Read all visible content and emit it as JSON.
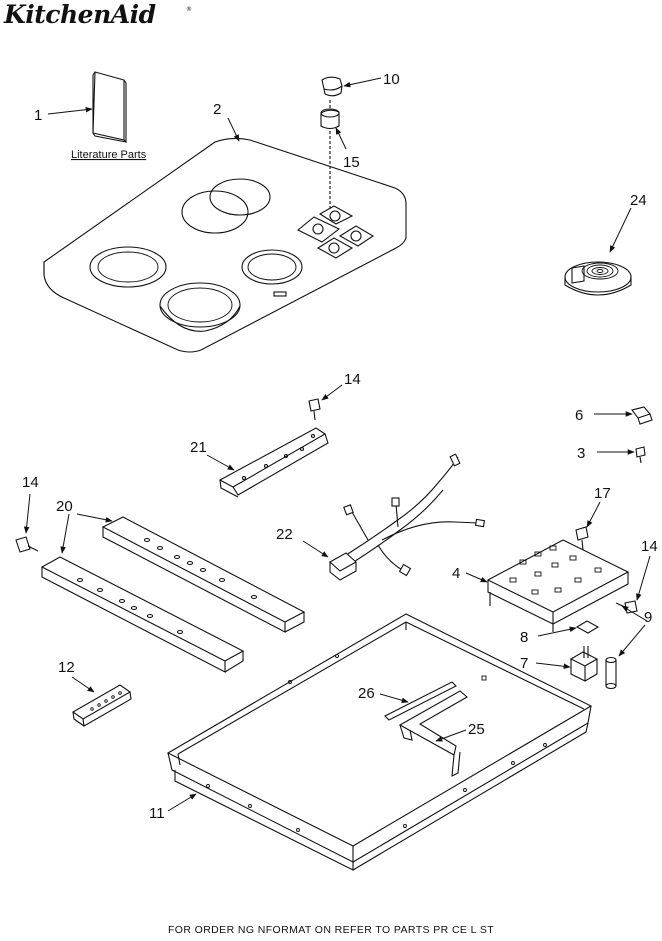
{
  "header": {
    "brand": "KitchenAid"
  },
  "callouts": {
    "c1": "1",
    "c2": "2",
    "c3": "3",
    "c4": "4",
    "c6": "6",
    "c7": "7",
    "c8": "8",
    "c9": "9",
    "c10": "10",
    "c11": "11",
    "c12": "12",
    "c14a": "14",
    "c14b": "14",
    "c14c": "14",
    "c15": "15",
    "c17": "17",
    "c20": "20",
    "c21": "21",
    "c22": "22",
    "c24": "24",
    "c25": "25",
    "c26": "26"
  },
  "literature_label": "Literature Parts",
  "footer": "FOR ORDER NG NFORMAT ON REFER TO PARTS PR CE L ST"
}
